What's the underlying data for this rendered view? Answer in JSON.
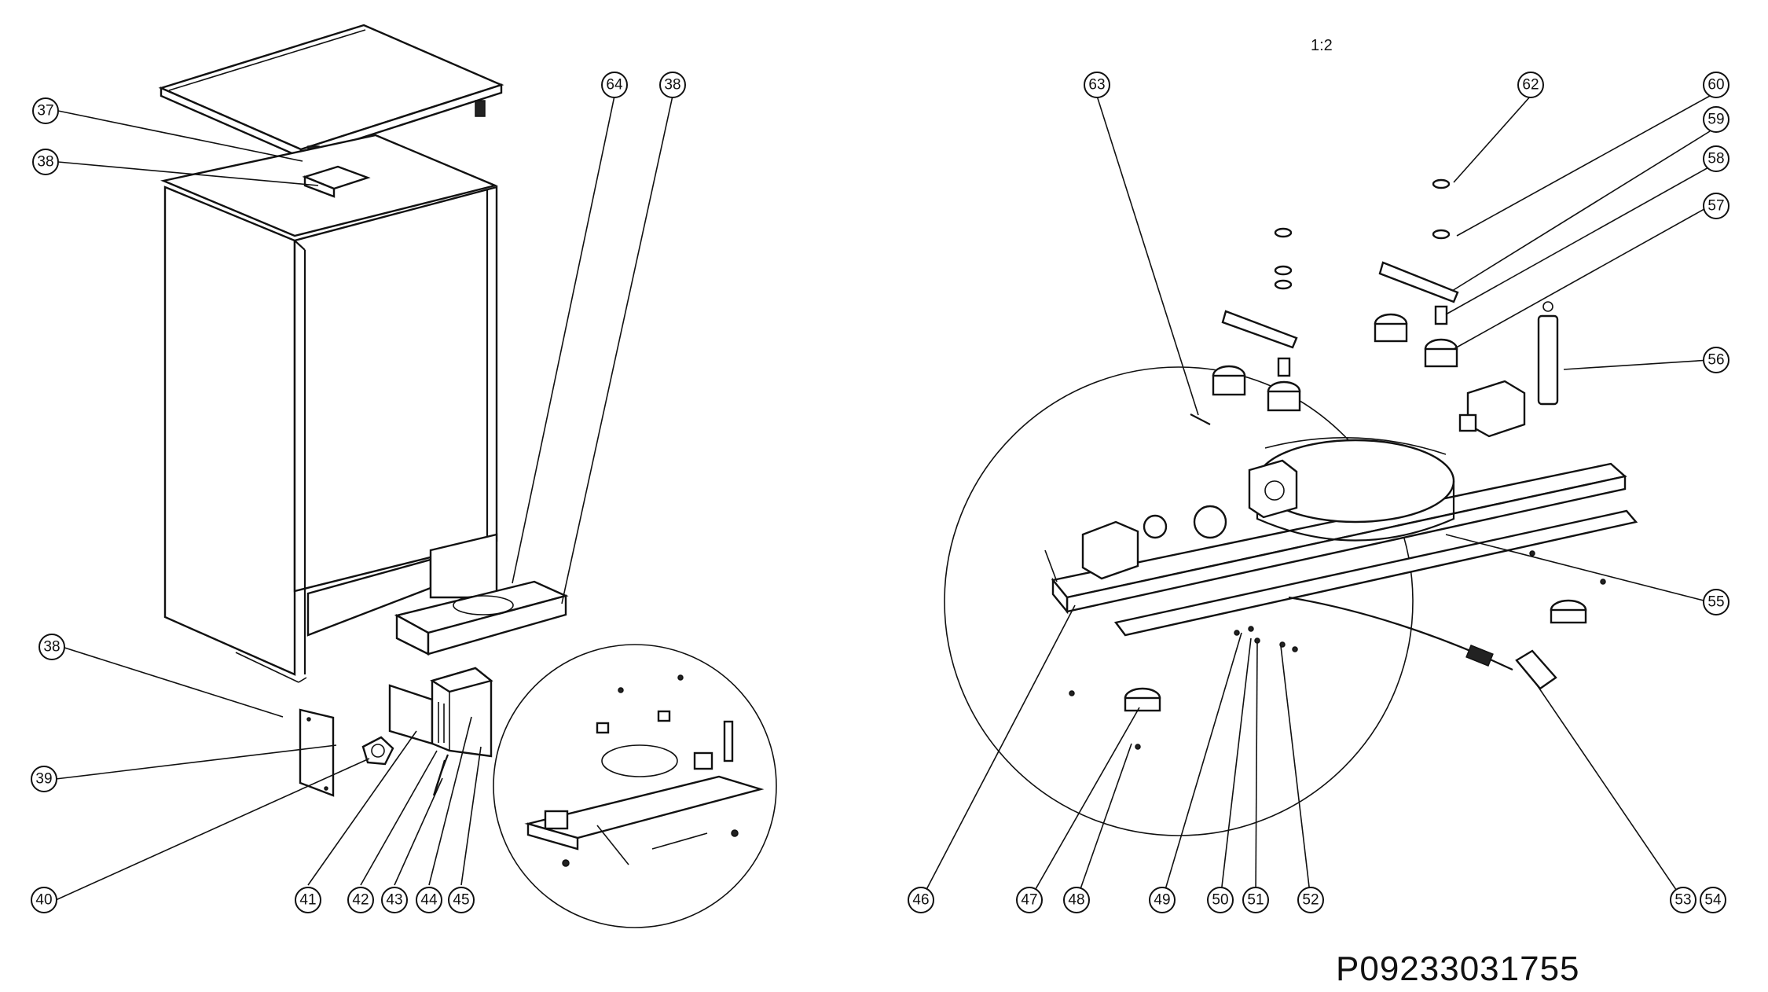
{
  "scale": "1:2",
  "document_id": "P09233031755",
  "callouts_left": [
    "37",
    "38",
    "38",
    "64",
    "38",
    "39",
    "40",
    "41",
    "42",
    "43",
    "44",
    "45"
  ],
  "callouts_right": [
    "63",
    "62",
    "60",
    "59",
    "58",
    "57",
    "56",
    "55",
    "46",
    "47",
    "48",
    "49",
    "50",
    "51",
    "52",
    "53",
    "54"
  ]
}
